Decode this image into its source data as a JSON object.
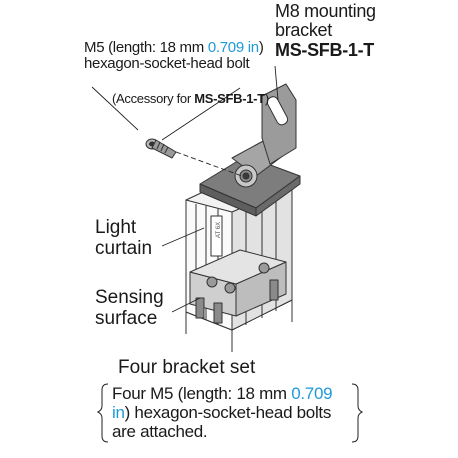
{
  "bracket_label": {
    "line1": "M8 mounting",
    "line2": "bracket",
    "model": "MS-SFB-1-T"
  },
  "bolt_label": {
    "line1_prefix": "M5 (length: 18 mm ",
    "line1_inch": "0.709 in",
    "line1_suffix": ")",
    "line2": "hexagon-socket-head bolt",
    "accessory_prefix": "(Accessory for ",
    "accessory_model": "MS-SFB-1-T",
    "accessory_suffix": ")"
  },
  "light_curtain_label": {
    "line1": "Light",
    "line2": "curtain"
  },
  "sensing_label": {
    "line1": "Sensing",
    "line2": "surface"
  },
  "set_note": {
    "heading": "Four bracket set",
    "line1_prefix": "Four M5 (length: 18 mm ",
    "line1_num": "0.709",
    "line2_in": "in",
    "line2_rest": ") hexagon-socket-head bolts",
    "line3": "are attached."
  },
  "colors": {
    "accent": "#1e9ad6",
    "line": "#222222",
    "part_light": "#d9d9d9",
    "part_dark": "#8a8a8a"
  }
}
